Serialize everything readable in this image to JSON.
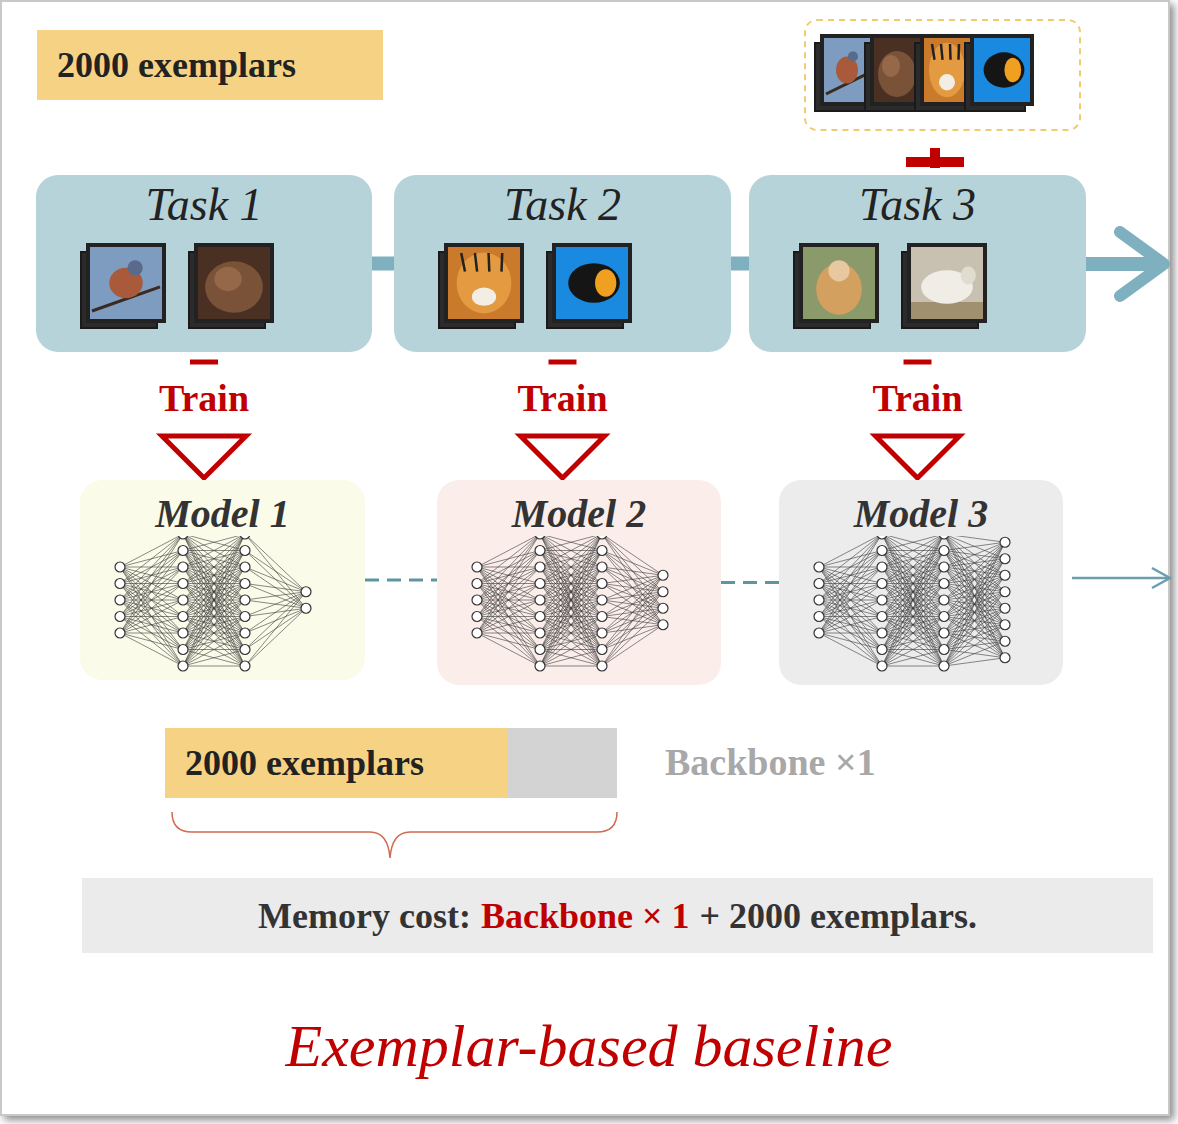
{
  "diagram": {
    "caption": "Exemplar-based baseline",
    "nodes": [
      {
        "text": [
          "2000 exemplars"
        ]
      },
      {
        "text": [
          "Task 1"
        ]
      },
      {
        "text": [
          "Task 2"
        ]
      },
      {
        "text": [
          "Task 3"
        ]
      },
      {
        "text": [
          "Model 1"
        ]
      },
      {
        "text": [
          "Model 2"
        ]
      },
      {
        "text": [
          "Model 3"
        ]
      },
      {
        "text": [
          "2000 exemplars"
        ]
      },
      {
        "text": [
          "Memory cost:",
          "Backbone × 1",
          "+ 2000 exemplars."
        ]
      }
    ],
    "edges": [
      {
        "from": 1,
        "to": 2,
        "arrow": "none"
      },
      {
        "from": 2,
        "to": 3,
        "arrow": "none"
      },
      {
        "from": 1,
        "to": 4,
        "label": "Train",
        "arrow": "to"
      },
      {
        "from": 2,
        "to": 5,
        "label": "Train",
        "arrow": "to"
      },
      {
        "from": 3,
        "to": 6,
        "label": "Train",
        "arrow": "to"
      },
      {
        "from": 4,
        "to": 5,
        "arrow": "none"
      },
      {
        "from": 5,
        "to": 6,
        "arrow": "none"
      }
    ],
    "labels": [
      "Backbone ×1"
    ]
  }
}
